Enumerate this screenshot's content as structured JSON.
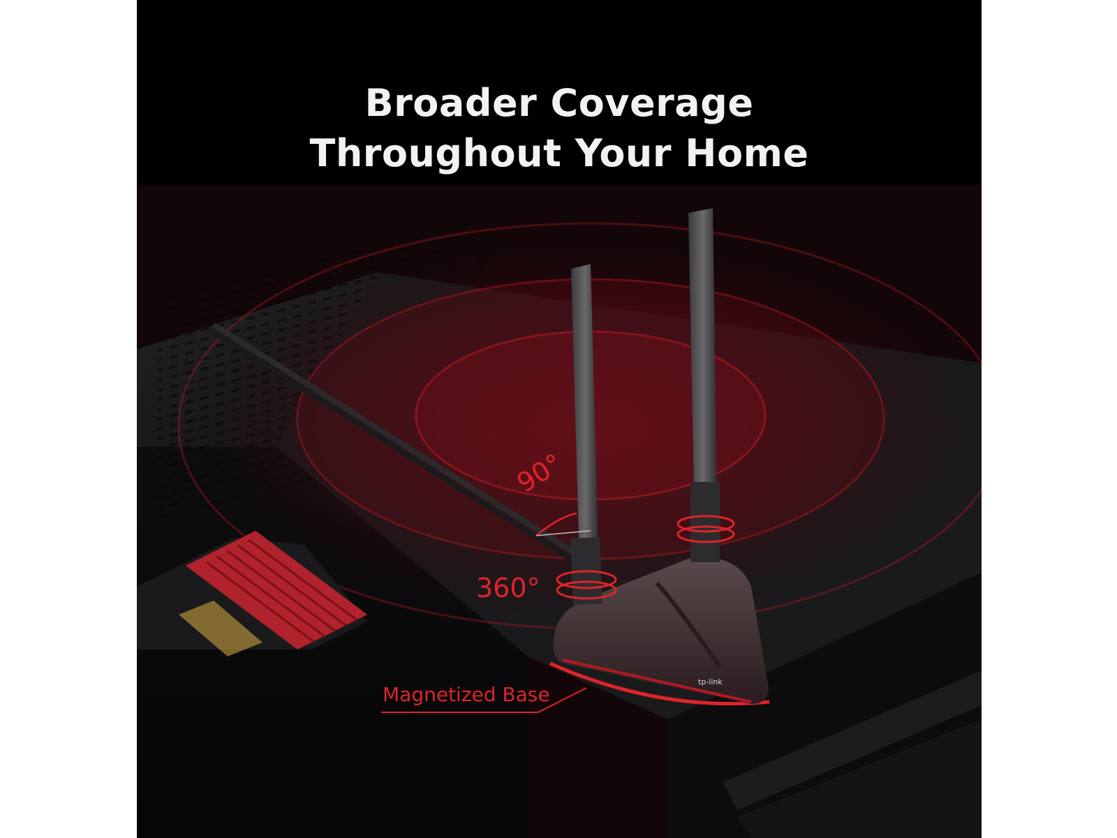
{
  "headline": {
    "line1": "Broader Coverage",
    "line2": "Throughout Your Home"
  },
  "callouts": {
    "tilt": "90°",
    "rotation": "360°",
    "base": "Magnetized Base"
  },
  "brand": {
    "logo_text": "tp-link"
  },
  "colors": {
    "accent_red": "#e0232a",
    "background": "#050505",
    "headline_text": "#f2f2f2"
  }
}
